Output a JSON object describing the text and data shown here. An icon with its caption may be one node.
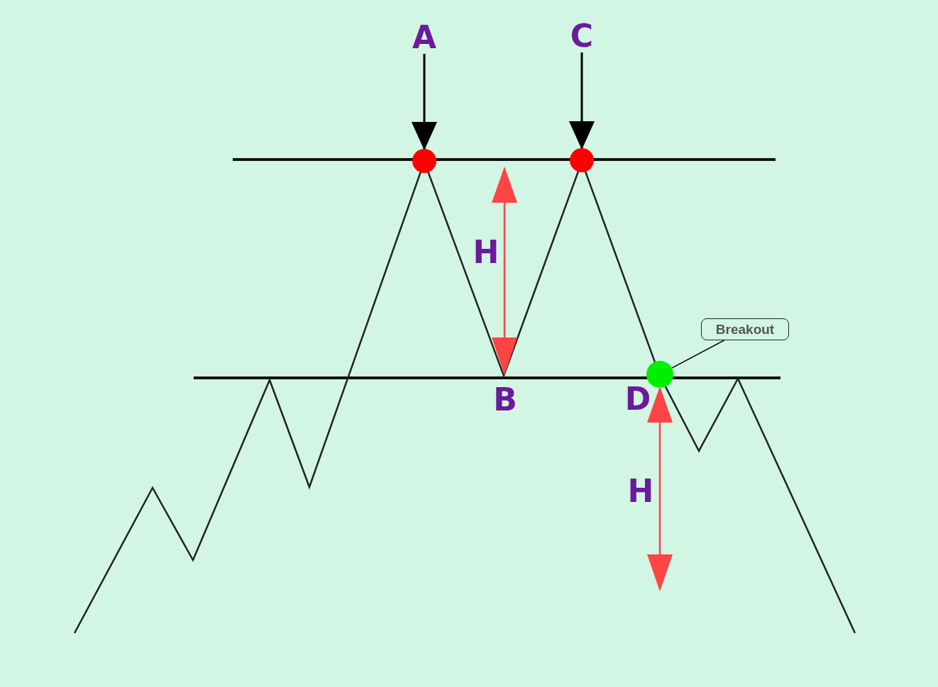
{
  "diagram": {
    "nodes": [
      {
        "text": [
          "A"
        ]
      },
      {
        "text": [
          "C"
        ]
      },
      {
        "text": [],
        "shape": "circle"
      },
      {
        "text": [],
        "shape": "circle"
      },
      {
        "text": [
          "Breakout"
        ]
      },
      {
        "text": [],
        "shape": "circle"
      }
    ],
    "edges": [
      {
        "from": 0,
        "to": 2,
        "arrow": "to"
      },
      {
        "from": 1,
        "to": 3,
        "arrow": "to"
      },
      {
        "from": 4,
        "to": 5,
        "arrow": "none"
      }
    ],
    "labels": [
      "H",
      "B",
      "D",
      "H"
    ]
  }
}
